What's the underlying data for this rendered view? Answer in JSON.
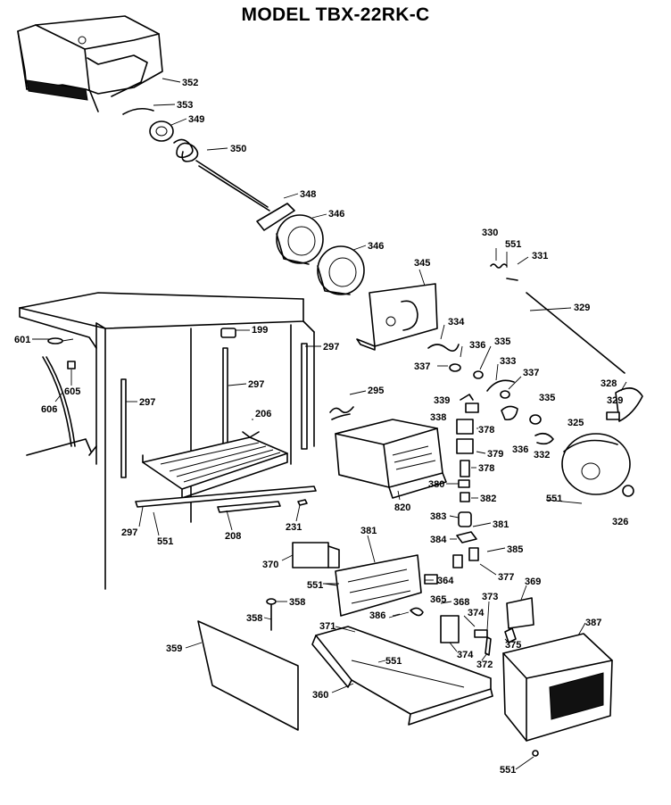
{
  "title": "MODEL TBX-22RK-C",
  "callouts": [
    {
      "id": "352",
      "text": "352"
    },
    {
      "id": "353",
      "text": "353"
    },
    {
      "id": "349",
      "text": "349"
    },
    {
      "id": "350",
      "text": "350"
    },
    {
      "id": "348",
      "text": "348"
    },
    {
      "id": "346a",
      "text": "346"
    },
    {
      "id": "346b",
      "text": "346"
    },
    {
      "id": "345",
      "text": "345"
    },
    {
      "id": "330",
      "text": "330"
    },
    {
      "id": "551a",
      "text": "551"
    },
    {
      "id": "331",
      "text": "331"
    },
    {
      "id": "329a",
      "text": "329"
    },
    {
      "id": "334",
      "text": "334"
    },
    {
      "id": "336a",
      "text": "336"
    },
    {
      "id": "335a",
      "text": "335"
    },
    {
      "id": "337a",
      "text": "337"
    },
    {
      "id": "333",
      "text": "333"
    },
    {
      "id": "337b",
      "text": "337"
    },
    {
      "id": "328",
      "text": "328"
    },
    {
      "id": "329b",
      "text": "329"
    },
    {
      "id": "339",
      "text": "339"
    },
    {
      "id": "338",
      "text": "338"
    },
    {
      "id": "378a",
      "text": "378"
    },
    {
      "id": "335b",
      "text": "335"
    },
    {
      "id": "336b",
      "text": "336"
    },
    {
      "id": "332",
      "text": "332"
    },
    {
      "id": "325",
      "text": "325"
    },
    {
      "id": "379",
      "text": "379"
    },
    {
      "id": "378b",
      "text": "378"
    },
    {
      "id": "380",
      "text": "380"
    },
    {
      "id": "382",
      "text": "382"
    },
    {
      "id": "551b",
      "text": "551"
    },
    {
      "id": "326",
      "text": "326"
    },
    {
      "id": "383",
      "text": "383"
    },
    {
      "id": "381a",
      "text": "381"
    },
    {
      "id": "384",
      "text": "384"
    },
    {
      "id": "385",
      "text": "385"
    },
    {
      "id": "377",
      "text": "377"
    },
    {
      "id": "820",
      "text": "820"
    },
    {
      "id": "295",
      "text": "295"
    },
    {
      "id": "601",
      "text": "601"
    },
    {
      "id": "605",
      "text": "605"
    },
    {
      "id": "606",
      "text": "606"
    },
    {
      "id": "199",
      "text": "199"
    },
    {
      "id": "297a",
      "text": "297"
    },
    {
      "id": "297b",
      "text": "297"
    },
    {
      "id": "297c",
      "text": "297"
    },
    {
      "id": "297d",
      "text": "297"
    },
    {
      "id": "206",
      "text": "206"
    },
    {
      "id": "208",
      "text": "208"
    },
    {
      "id": "551c",
      "text": "551"
    },
    {
      "id": "231",
      "text": "231"
    },
    {
      "id": "370",
      "text": "370"
    },
    {
      "id": "381b",
      "text": "381"
    },
    {
      "id": "551d",
      "text": "551"
    },
    {
      "id": "364",
      "text": "364"
    },
    {
      "id": "369",
      "text": "369"
    },
    {
      "id": "365",
      "text": "365"
    },
    {
      "id": "368",
      "text": "368"
    },
    {
      "id": "373",
      "text": "373"
    },
    {
      "id": "374a",
      "text": "374"
    },
    {
      "id": "374b",
      "text": "374"
    },
    {
      "id": "375",
      "text": "375"
    },
    {
      "id": "372",
      "text": "372"
    },
    {
      "id": "387",
      "text": "387"
    },
    {
      "id": "386",
      "text": "386"
    },
    {
      "id": "358a",
      "text": "358"
    },
    {
      "id": "358b",
      "text": "358"
    },
    {
      "id": "371",
      "text": "371"
    },
    {
      "id": "551e",
      "text": "551"
    },
    {
      "id": "359",
      "text": "359"
    },
    {
      "id": "360",
      "text": "360"
    },
    {
      "id": "551f",
      "text": "551"
    }
  ]
}
